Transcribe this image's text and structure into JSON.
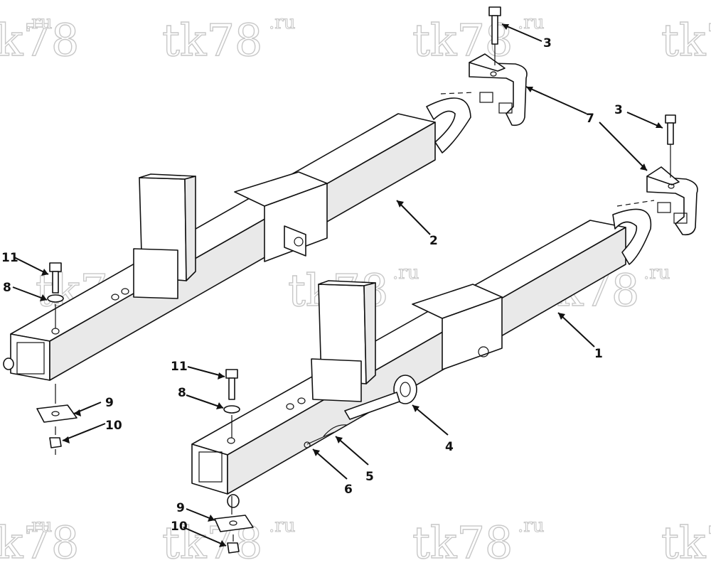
{
  "watermark": {
    "main": "tk78",
    "sup": ".ru"
  },
  "callouts": [
    {
      "id": "c3a",
      "label": "3"
    },
    {
      "id": "c3b",
      "label": "3"
    },
    {
      "id": "c7",
      "label": "7"
    },
    {
      "id": "c2",
      "label": "2"
    },
    {
      "id": "c1",
      "label": "1"
    },
    {
      "id": "c11a",
      "label": "11"
    },
    {
      "id": "c8a",
      "label": "8"
    },
    {
      "id": "c9a",
      "label": "9"
    },
    {
      "id": "c10a",
      "label": "10"
    },
    {
      "id": "c11b",
      "label": "11"
    },
    {
      "id": "c8b",
      "label": "8"
    },
    {
      "id": "c4",
      "label": "4"
    },
    {
      "id": "c5",
      "label": "5"
    },
    {
      "id": "c6",
      "label": "6"
    },
    {
      "id": "c9b",
      "label": "9"
    },
    {
      "id": "c10b",
      "label": "10"
    }
  ]
}
